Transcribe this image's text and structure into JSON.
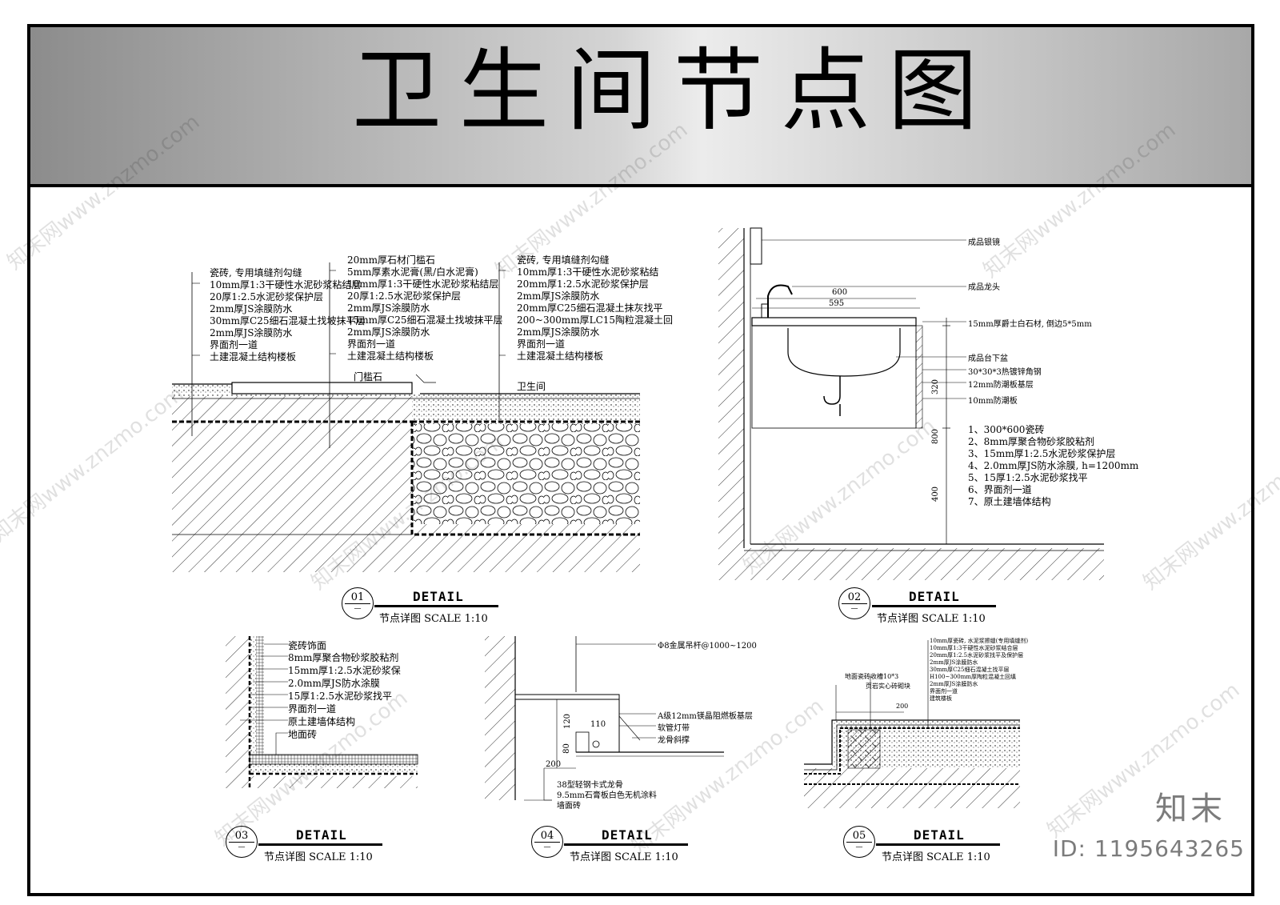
{
  "title": "卫生间节点图",
  "watermark": "知末网www.znzmo.com",
  "brand": "知末",
  "id_label": "ID: 1195643265",
  "details": [
    {
      "num": "01",
      "dash": "—",
      "title": "DETAIL",
      "subtitle": "节点详图  SCALE 1:10",
      "notes_a": [
        "瓷砖, 专用填缝剂勾缝",
        "10mm厚1:3干硬性水泥砂浆粘结层",
        "20厚1:2.5水泥砂浆保护层",
        "2mm厚JS涂膜防水",
        "30mm厚C25细石混凝土找坡抹平层",
        "2mm厚JS涂膜防水",
        "界面剂一道",
        "土建混凝土结构楼板"
      ],
      "notes_b": [
        "20mm厚石材门槛石",
        "5mm厚素水泥膏(黑/白水泥膏)",
        "10mm厚1:3干硬性水泥砂浆粘结层",
        "20厚1:2.5水泥砂浆保护层",
        "2mm厚JS涂膜防水",
        "15mm厚C25细石混凝土找坡抹平层",
        "2mm厚JS涂膜防水",
        "界面剂一道",
        "土建混凝土结构楼板"
      ],
      "notes_c": [
        "瓷砖, 专用填缝剂勾缝",
        "10mm厚1:3干硬性水泥砂浆粘结",
        "20mm厚1:2.5水泥砂浆保护层",
        "2mm厚JS涂膜防水",
        "20mm厚C25细石混凝土抹灰找平",
        "200~300mm厚LC15陶粒混凝土回",
        "2mm厚JS涂膜防水",
        "界面剂一道",
        "土建混凝土结构楼板"
      ],
      "label_threshold": "门槛石",
      "label_bath": "卫生间"
    },
    {
      "num": "02",
      "dash": "—",
      "title": "DETAIL",
      "subtitle": "节点详图  SCALE 1:10",
      "labels": [
        "成品银镜",
        "成品龙头",
        "15mm厚爵士白石材, 倒边5*5mm",
        "成品台下盆",
        "30*30*3热镀锌角钢",
        "12mm防潮板基层",
        "10mm防潮板"
      ],
      "dims": [
        "600",
        "595",
        "320",
        "800",
        "400"
      ],
      "layers": [
        "1、300*600瓷砖",
        "2、8mm厚聚合物砂浆胶粘剂",
        "3、15mm厚1:2.5水泥砂浆保护层",
        "4、2.0mm厚JS防水涂膜, h=1200mm",
        "5、15厚1:2.5水泥砂浆找平",
        "6、界面剂一道",
        "7、原土建墙体结构"
      ]
    },
    {
      "num": "03",
      "dash": "—",
      "title": "DETAIL",
      "subtitle": "节点详图  SCALE 1:10",
      "labels": [
        "瓷砖饰面",
        "8mm厚聚合物砂浆胶粘剂",
        "15mm厚1:2.5水泥砂浆保",
        "2.0mm厚JS防水涂膜",
        "15厚1:2.5水泥砂浆找平",
        "界面剂一道",
        "原土建墙体结构",
        "地面砖"
      ]
    },
    {
      "num": "04",
      "dash": "—",
      "title": "DETAIL",
      "subtitle": "节点详图  SCALE 1:10",
      "labels_right": [
        "Φ8金属吊杆@1000~1200",
        "A级12mm镁晶阻燃板基层",
        "软管灯带",
        "龙骨斜撑"
      ],
      "labels_bottom": [
        "38型轻钢卡式龙骨",
        "9.5mm石膏板白色无机涂料",
        "墙面砖"
      ],
      "dims": [
        "120",
        "110",
        "80",
        "200"
      ]
    },
    {
      "num": "05",
      "dash": "—",
      "title": "DETAIL",
      "subtitle": "节点详图  SCALE 1:10",
      "labels": [
        "10mm厚瓷砖, 水泥浆擦缝(专用填缝剂)",
        "10mm厚1:3干硬性水泥砂浆结合层",
        "20mm厚1:2.5水泥砂浆找平及保护层",
        "2mm厚JS涂膜防水",
        "30mm厚C25细石混凝土找平层",
        "H100~300mm厚陶粒混凝土回填",
        "2mm厚JS涂膜防水",
        "界面剂一道",
        "建筑楼板"
      ],
      "label_corner": "地面瓷砖收槽10*3",
      "label_brick": "页岩实心砖砌块",
      "dims": [
        "200"
      ]
    }
  ]
}
